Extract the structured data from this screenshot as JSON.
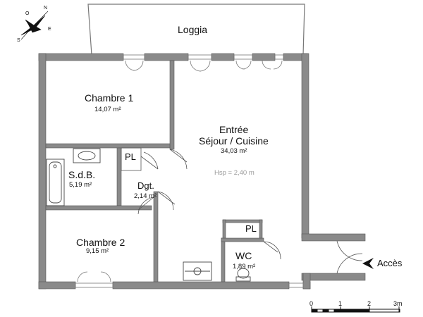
{
  "compass": {
    "letters": [
      "N",
      "S",
      "E",
      "O"
    ]
  },
  "rooms": {
    "loggia": {
      "name": "Loggia"
    },
    "chambre1": {
      "name": "Chambre 1",
      "area": "14,07 m²"
    },
    "sejour": {
      "name_line1": "Entrée",
      "name_line2": "Séjour / Cuisine",
      "area": "34,03 m²",
      "height": "Hsp = 2,40 m"
    },
    "sdb": {
      "name": "S.d.B.",
      "area": "5,19 m²"
    },
    "dgt": {
      "name": "Dgt.",
      "area": "2,14 m²"
    },
    "chambre2": {
      "name": "Chambre 2",
      "area": "9,15 m²"
    },
    "wc": {
      "name": "WC",
      "area": "1,89 m²"
    }
  },
  "closets": {
    "pl1": "PL",
    "pl2": "PL"
  },
  "entrance": {
    "label": "Accès"
  },
  "scale": {
    "ticks": [
      "0",
      "1",
      "2",
      "3m"
    ]
  },
  "colors": {
    "wall": "#8a8a8a",
    "wall_stroke": "#555555",
    "fixture": "#444444"
  }
}
